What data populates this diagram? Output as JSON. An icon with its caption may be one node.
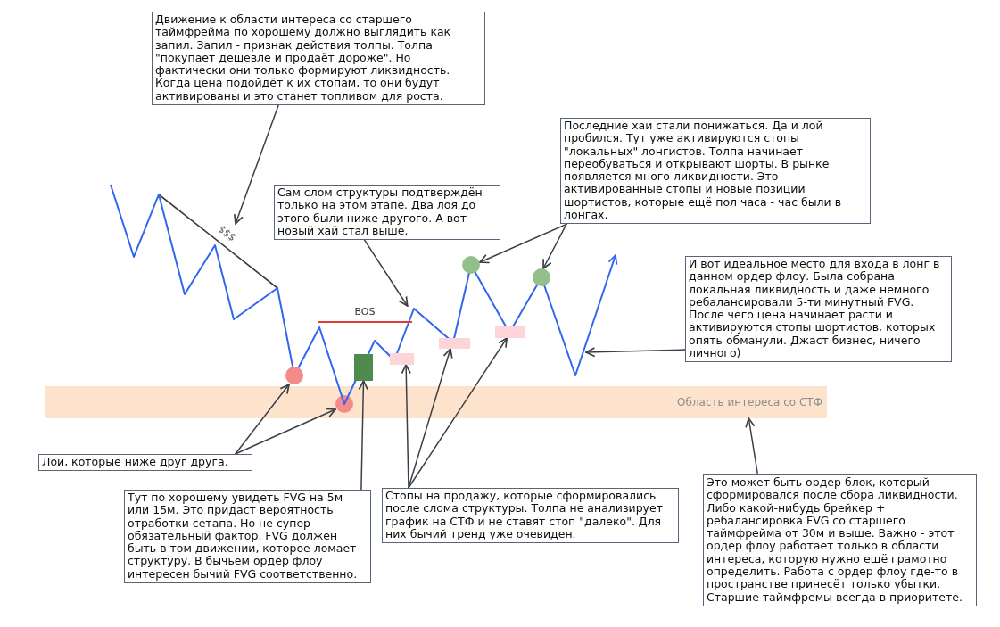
{
  "diagram": {
    "nodes": [
      {
        "text": [
          "Движение к области интереса со старшего таймфрейма по хорошему должно выглядить как запил. Запил - признак действия толпы. Толпа \"покупает дешевле и продаёт дороже\". Но фактически они только формируют ликвидность. Когда цена подойдёт к их стопам, то они будут активированы и это станет топливом для роста."
        ]
      },
      {
        "text": [
          "Последние хаи стали понижаться. Да и лой пробился. Тут уже активируются стопы \"локальных\" лонгистов. Толпа начинает переобуваться и открывают шорты. В рынке появляется много ликвидности. Это активированные стопы и новые позиции шортистов, которые ещё пол часа - час были в лонгах."
        ]
      },
      {
        "text": [
          "Сам слом структуры подтверждён только на этом этапе. Два лоя до этого были ниже другого. А вот новый хай стал выше."
        ]
      },
      {
        "text": [
          "$$$"
        ]
      },
      {
        "text": [
          "И вот идеальное место для входа в лонг в данном ордер флоу. Была собрана локальная ликвидность и даже немного ребалансировали 5-ти минутный FVG. После чего цена начинает расти и активируются стопы шортистов, которых опять обманули. Джаст бизнес, ничего личного)"
        ]
      },
      {
        "text": [],
        "shape": "circle"
      },
      {
        "text": [],
        "shape": "circle"
      },
      {
        "text": [
          "BOS"
        ]
      },
      {
        "text": [],
        "shape": "box"
      },
      {
        "text": [],
        "shape": "box"
      },
      {
        "text": [],
        "shape": "box"
      },
      {
        "text": [],
        "shape": "box"
      },
      {
        "text": [],
        "shape": "circle"
      },
      {
        "text": [],
        "shape": "circle",
        "in": 14
      },
      {
        "text": [
          "Область интереса со СТФ"
        ]
      },
      {
        "text": [
          "Лои, которые ниже друг друга."
        ]
      },
      {
        "text": [
          "Тут по хорошему увидеть FVG на 5м или 15м. Это придаст вероятность отработки сетапа. Но не супер обязательный фактор. FVG должен быть в том движении, которое ломает структуру. В бычьем ордер флоу интересен бычий FVG соответственно."
        ]
      },
      {
        "text": [
          "Стопы на продажу, которые сформировались после слома структуры. Толпа не анализирует график на СТФ и не ставят стоп \"далеко\". Для них бычий тренд уже очевиден."
        ]
      },
      {
        "text": [
          "Это может быть ордер блок, который сформировался после сбора ликвидности. Либо какой-нибудь брейкер + ребалансировка FVG со старшего таймфрейма от 30м и выше. Важно - этот ордер флоу работает только в области интереса, которую нужно ещё грамотно определить. Работа с ордер флоу где-то в пространстве принесёт только убытки. Старшие таймфремы всегда в приоритете."
        ]
      }
    ],
    "edges": [
      {
        "from": 0,
        "to": 3,
        "arrow": "to"
      },
      {
        "from": 2,
        "to": 7,
        "arrow": "to"
      },
      {
        "from": 1,
        "to": 5,
        "arrow": "to"
      },
      {
        "from": 1,
        "to": 6,
        "arrow": "to"
      },
      {
        "from": 4,
        "to": null,
        "arrow": "to"
      },
      {
        "from": 15,
        "to": 12,
        "arrow": "to"
      },
      {
        "from": 15,
        "to": 13,
        "arrow": "to"
      },
      {
        "from": 16,
        "to": 11,
        "arrow": "to"
      },
      {
        "from": 17,
        "to": 8,
        "arrow": "to"
      },
      {
        "from": 17,
        "to": 9,
        "arrow": "to"
      },
      {
        "from": 17,
        "to": 10,
        "arrow": "to"
      },
      {
        "from": 18,
        "to": 14,
        "arrow": "to"
      }
    ]
  }
}
